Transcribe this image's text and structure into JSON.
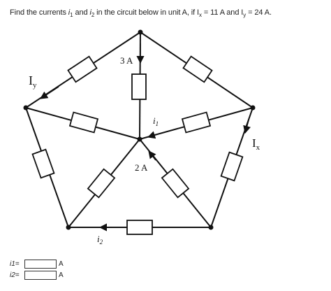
{
  "question": {
    "prefix": "Find the currents ",
    "var1": "i",
    "var1_sub": "1",
    "connector": "and ",
    "var2": "i",
    "var2_sub": "2",
    "middle": " in the circuit below in unit A, if I",
    "ix_sub": "x",
    "ix_value": " = 11 A and I",
    "iy_sub": "y",
    "iy_value": " = 24 A."
  },
  "circuit": {
    "label_top_current": "3 A",
    "label_center_current": "2 A",
    "label_iy_main": "I",
    "label_iy_sub": "y",
    "label_ix_main": "I",
    "label_ix_sub": "x",
    "label_i1_main": "i",
    "label_i1_sub": "1",
    "label_i2_main": "i",
    "label_i2_sub": "2"
  },
  "answers": [
    {
      "label": "i1=",
      "value": "",
      "unit": "A"
    },
    {
      "label": "i2=",
      "value": "",
      "unit": "A"
    }
  ]
}
